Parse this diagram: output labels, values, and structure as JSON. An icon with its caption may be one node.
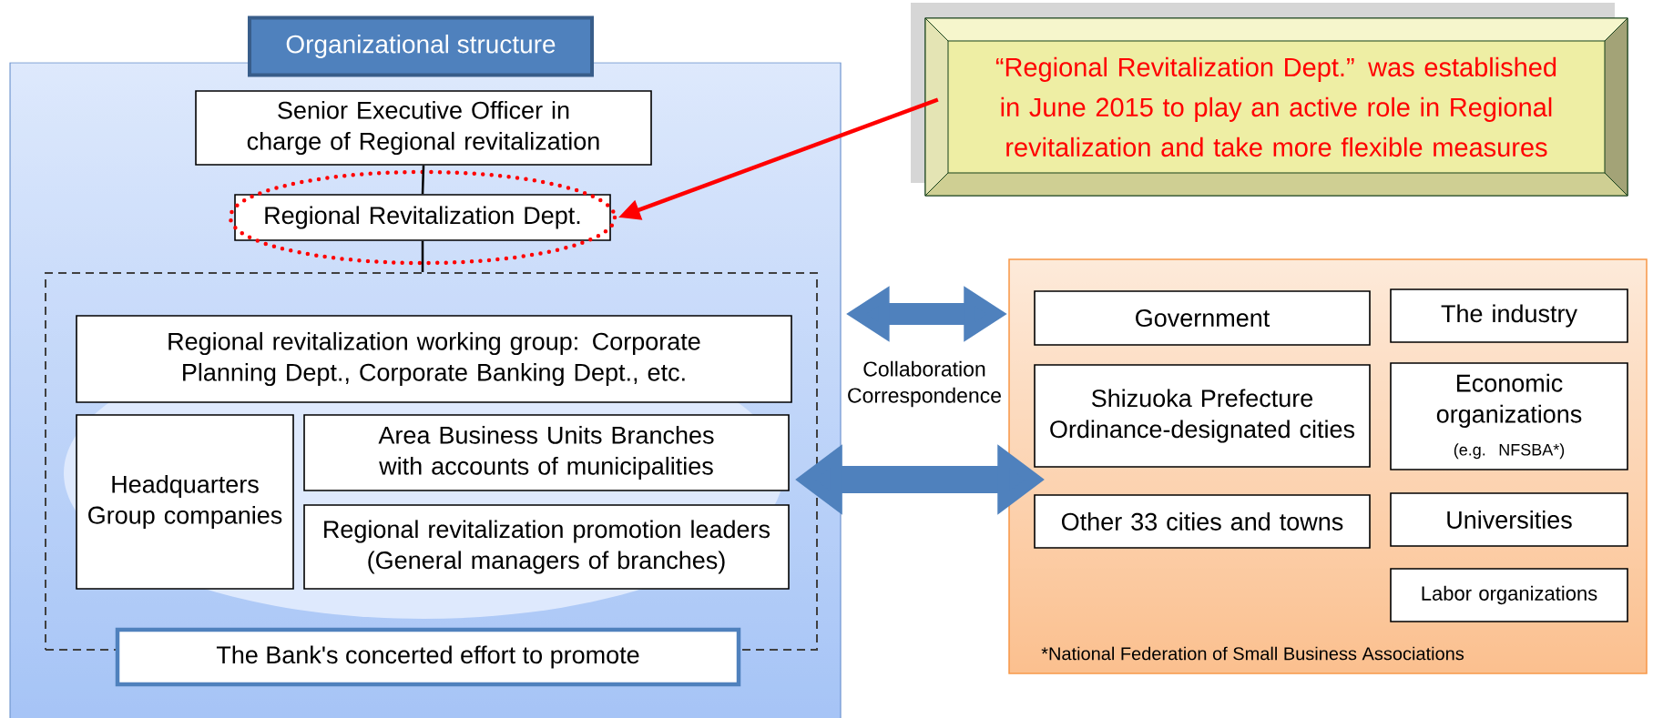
{
  "diagram": {
    "nodes": [
      {
        "text": [
          "Organizational structure"
        ]
      },
      {
        "text": [
          "Senior Executive Officer in charge of Regional revitalization"
        ],
        "in": 0
      },
      {
        "text": [
          "Regional Revitalization Dept."
        ],
        "in": 0
      },
      {
        "text": [
          "The Bank's concerted effort to promote"
        ],
        "in": 0
      },
      {
        "text": [
          "Regional revitalization working group: Corporate Planning Dept., Corporate Banking Dept., etc."
        ],
        "in": 3
      },
      {
        "text": [
          "Headquarters Group companies"
        ],
        "in": 3
      },
      {
        "text": [
          "Area Business Units Branches with accounts of municipalities"
        ],
        "in": 3
      },
      {
        "text": [
          "Regional revitalization promotion leaders (General managers of branches)"
        ],
        "in": 3
      },
      {
        "text": [
          "“Regional Revitalization Dept.” was established in June 2015 to play an active role in Regional revitalization and take more flexible measures"
        ]
      },
      {
        "text": [
          "*National Federation of Small Business Associations"
        ]
      },
      {
        "text": [
          "Government"
        ],
        "in": 9
      },
      {
        "text": [
          "The industry"
        ],
        "in": 9
      },
      {
        "text": [
          "Shizuoka Prefecture Ordinance-designated cities"
        ],
        "in": 9
      },
      {
        "text": [
          "Economic organizations",
          "(e.g. NFSBA*)"
        ],
        "in": 9
      },
      {
        "text": [
          "Other 33 cities and towns"
        ],
        "in": 9
      },
      {
        "text": [
          "Universities"
        ],
        "in": 9
      },
      {
        "text": [
          "Labor organizations"
        ],
        "in": 9
      }
    ],
    "edges": [
      {
        "from": 1,
        "to": 2,
        "arrow": "none"
      },
      {
        "from": 2,
        "to": 3,
        "arrow": "none"
      },
      {
        "from": 8,
        "to": 2,
        "arrow": "to",
        "color": "#ff0000"
      },
      {
        "from": 0,
        "to": 9,
        "arrow": "both",
        "style": "thick",
        "color": "#4f81bd"
      },
      {
        "from": 6,
        "to": 9,
        "arrow": "both",
        "style": "thick",
        "color": "#4f81bd"
      }
    ],
    "labels": [
      "Collaboration Correspondence"
    ]
  }
}
